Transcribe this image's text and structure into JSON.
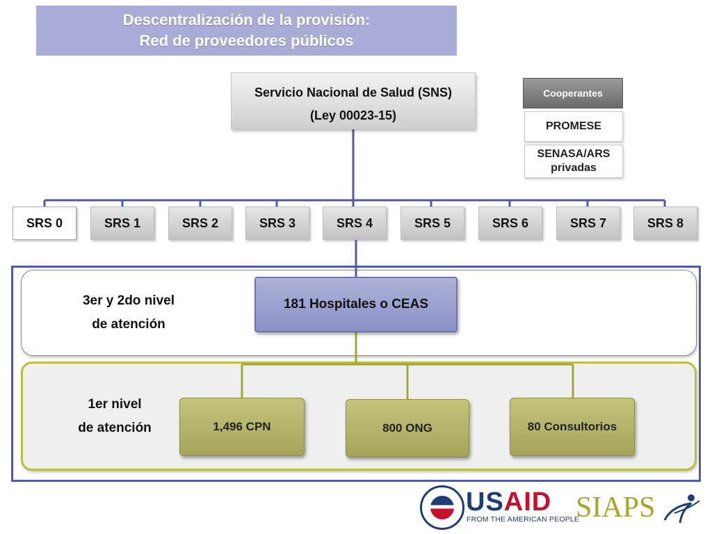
{
  "title": {
    "line1": "Descentralización de la provisión:",
    "line2": "Red de proveedores públicos"
  },
  "sns": {
    "line1": "Servicio Nacional de Salud (SNS)",
    "line2": "(Ley 00023-15)"
  },
  "cooperantes": {
    "header": "Cooperantes",
    "items": [
      "PROMESE",
      "SENASA/ARS privadas"
    ]
  },
  "srs": [
    "SRS 0",
    "SRS 1",
    "SRS 2",
    "SRS 3",
    "SRS 4",
    "SRS 5",
    "SRS 6",
    "SRS 7",
    "SRS 8"
  ],
  "levels": {
    "upper": {
      "line1": "3er y 2do nivel",
      "line2": "de atención",
      "box": "181 Hospitales o CEAS"
    },
    "lower": {
      "line1": "1er nivel",
      "line2": "de atención",
      "boxes": [
        "1,496 CPN",
        "800 ONG",
        "80 Consultorios"
      ]
    }
  },
  "logos": {
    "usaid_left": "US",
    "usaid_right": "AID",
    "usaid_tagline": "FROM THE AMERICAN PEOPLE",
    "siaps": "SIAPS"
  },
  "colors": {
    "title_bg": "#a8acd6",
    "connector_blue": "#4f5ba8",
    "connector_olive": "#a4a53a",
    "hospital_box": "#9aa0cf",
    "primary_box": "#b8b86d"
  }
}
